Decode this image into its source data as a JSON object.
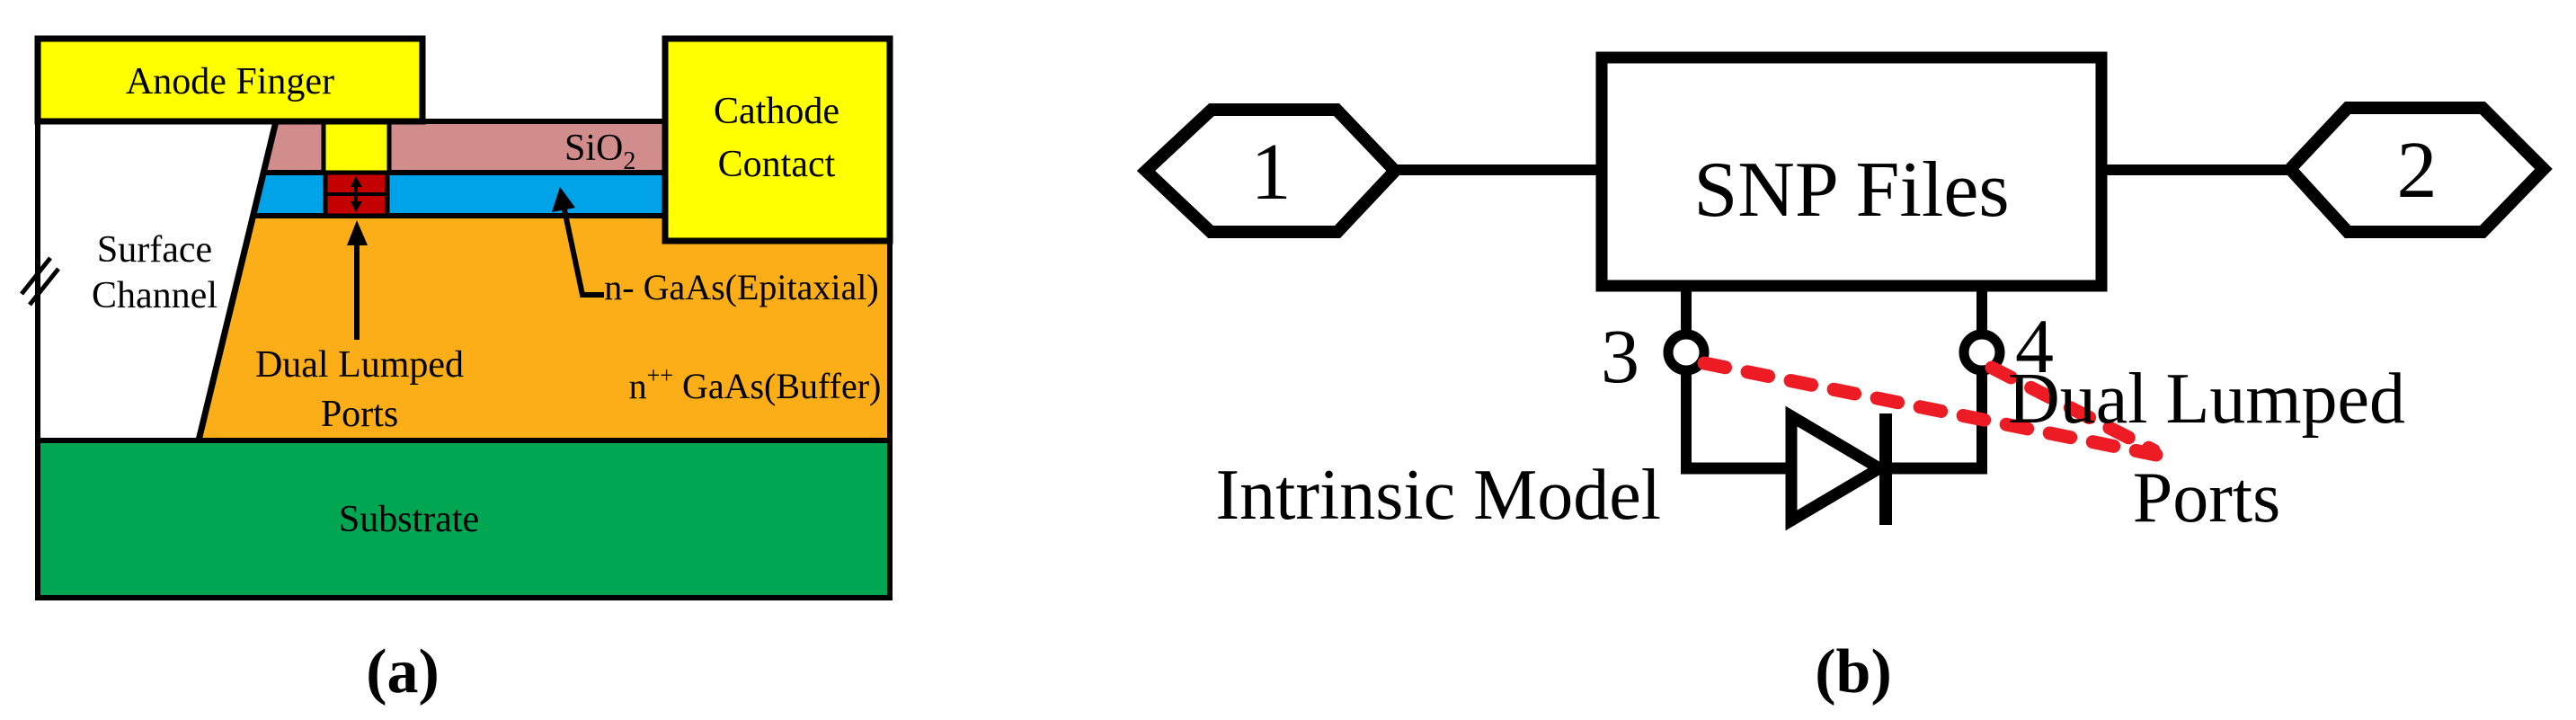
{
  "panel_a": {
    "caption": "(a)",
    "anode_finger": "Anode Finger",
    "cathode_line1": "Cathode",
    "cathode_line2": "Contact",
    "sio2_base": "SiO",
    "sio2_sub": "2",
    "surface_line1": "Surface",
    "surface_line2": "Channel",
    "ports_line1": "Dual Lumped",
    "ports_line2": "Ports",
    "epitaxial": "n- GaAs(Epitaxial)",
    "buffer_base": "n",
    "buffer_sup": "++",
    "buffer_rest": " GaAs(Buffer)",
    "substrate": "Substrate",
    "colors": {
      "metal_yellow": "#FFFF00",
      "sio2_pink": "#D18C8C",
      "epitaxial_blue": "#00A2E8",
      "ports_red": "#C40000",
      "buffer_orange": "#FBAE17",
      "substrate_green": "#00A651",
      "channel_white": "#FFFFFF"
    }
  },
  "panel_b": {
    "caption": "(b)",
    "port1": "1",
    "port2": "2",
    "node3": "3",
    "node4": "4",
    "box_label": "SNP Files",
    "intrinsic_label": "Intrinsic Model",
    "annotation_line1": "Dual Lumped",
    "annotation_line2": "Ports",
    "colors": {
      "annotation_red": "#ED1C24",
      "wire_black": "#000000"
    }
  }
}
